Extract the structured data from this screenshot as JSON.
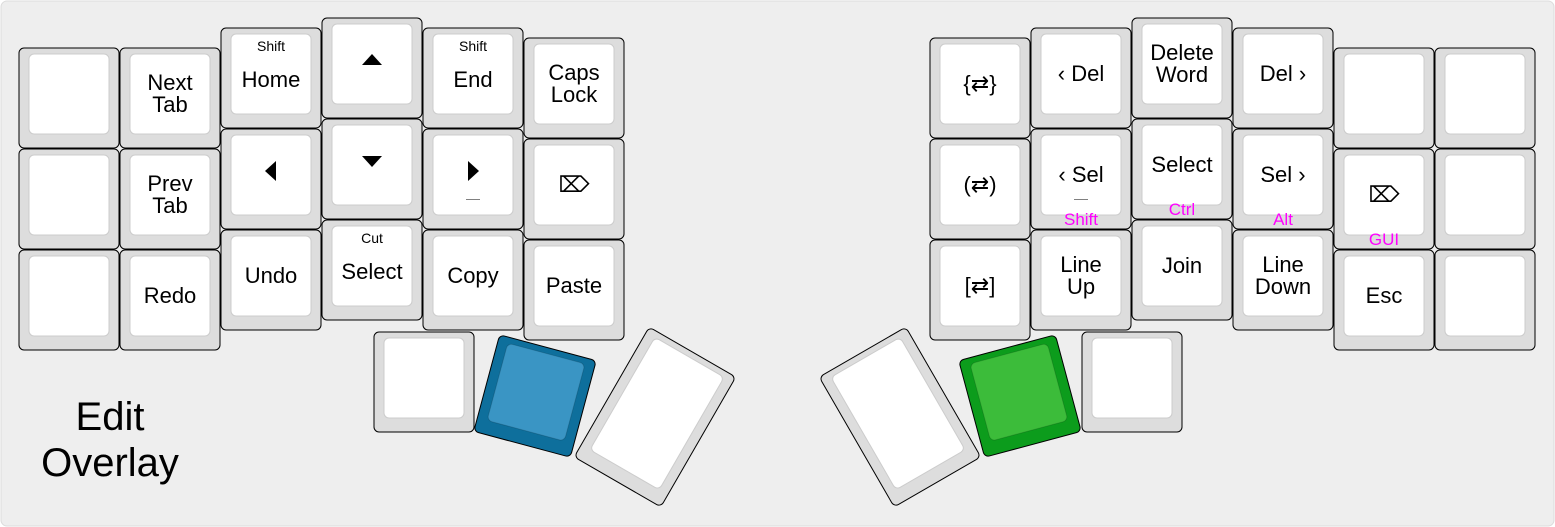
{
  "title": "Edit\nOverlay",
  "colors": {
    "background": "#eeeeee",
    "key_outer": "#dddddd",
    "key_inner": "#ffffff",
    "blue_outer": "#0e6f9c",
    "blue_inner": "#3a95c4",
    "green_outer": "#0c9c1c",
    "green_inner": "#3cbc3a",
    "hold_label": "#ff00ff",
    "text": "#000000"
  },
  "left_hand": [
    {
      "key": "L00",
      "label": ""
    },
    {
      "key": "L01",
      "label": "Next\nTab"
    },
    {
      "key": "L02",
      "label": "Home",
      "top_label": "Shift"
    },
    {
      "key": "L03",
      "label": "",
      "icon": "arrow-up-icon"
    },
    {
      "key": "L04",
      "label": "End",
      "top_label": "Shift"
    },
    {
      "key": "L05",
      "label": "Caps\nLock"
    },
    {
      "key": "L10",
      "label": ""
    },
    {
      "key": "L11",
      "label": "Prev\nTab"
    },
    {
      "key": "L12",
      "label": "",
      "icon": "arrow-left-icon"
    },
    {
      "key": "L13",
      "label": "",
      "icon": "arrow-down-icon"
    },
    {
      "key": "L14",
      "label": "",
      "icon": "arrow-right-icon",
      "bottom_label": "—"
    },
    {
      "key": "L15",
      "label": "⌦"
    },
    {
      "key": "L20",
      "label": ""
    },
    {
      "key": "L21",
      "label": "Redo"
    },
    {
      "key": "L22",
      "label": "Undo"
    },
    {
      "key": "L23",
      "label": "Select",
      "top_label": "Cut"
    },
    {
      "key": "L24",
      "label": "Copy"
    },
    {
      "key": "L25",
      "label": "Paste"
    }
  ],
  "right_hand": [
    {
      "key": "R00",
      "label": "{⇄}"
    },
    {
      "key": "R01",
      "label": "‹ Del"
    },
    {
      "key": "R02",
      "label": "Delete\nWord"
    },
    {
      "key": "R03",
      "label": "Del ›"
    },
    {
      "key": "R04",
      "label": ""
    },
    {
      "key": "R05",
      "label": ""
    },
    {
      "key": "R10",
      "label": "(⇄)"
    },
    {
      "key": "R11",
      "label": "‹ Sel",
      "bottom_label": "—",
      "hold_label": "Shift"
    },
    {
      "key": "R12",
      "label": "Select",
      "hold_label": "Ctrl"
    },
    {
      "key": "R13",
      "label": "Sel ›",
      "hold_label": "Alt"
    },
    {
      "key": "R14",
      "label": "⌦",
      "hold_label": "GUI"
    },
    {
      "key": "R15",
      "label": ""
    },
    {
      "key": "R20",
      "label": "[⇄]"
    },
    {
      "key": "R21",
      "label": "Line\nUp"
    },
    {
      "key": "R22",
      "label": "Join"
    },
    {
      "key": "R23",
      "label": "Line\nDown"
    },
    {
      "key": "R24",
      "label": "Esc"
    },
    {
      "key": "R25",
      "label": ""
    }
  ],
  "thumbs": [
    {
      "key": "LT0",
      "label": ""
    },
    {
      "key": "LT1",
      "label": "",
      "color": "blue"
    },
    {
      "key": "LT2",
      "label": ""
    },
    {
      "key": "RT0",
      "label": ""
    },
    {
      "key": "RT1",
      "label": "",
      "color": "green"
    },
    {
      "key": "RT2",
      "label": ""
    }
  ]
}
